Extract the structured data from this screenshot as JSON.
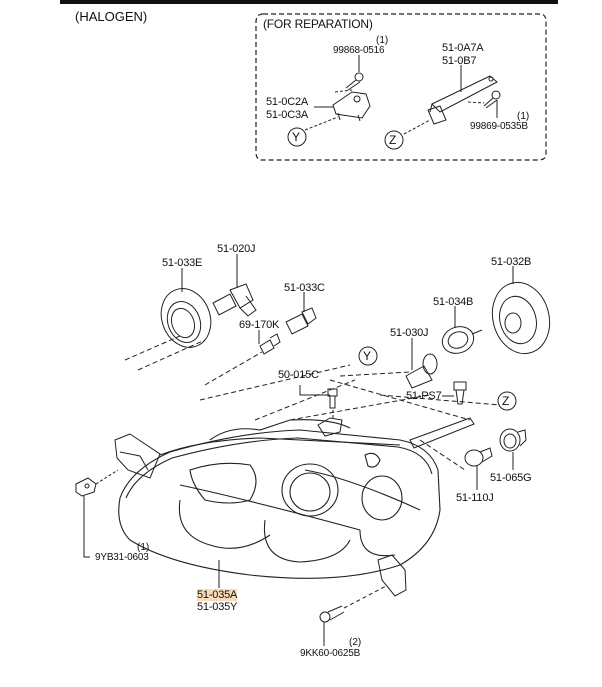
{
  "diagram": {
    "section_title": "(HALOGEN)",
    "inset": {
      "title": "(FOR REPARATION)",
      "parts": [
        {
          "code": "99868-0516",
          "qty": "(1)"
        },
        {
          "code": "51-0C2A"
        },
        {
          "code": "51-0C3A"
        },
        {
          "code": "51-0A7A"
        },
        {
          "code": "51-0B7"
        },
        {
          "code": "99869-0535B",
          "qty": "(1)"
        }
      ],
      "markers": [
        "Y",
        "Z"
      ]
    },
    "main": {
      "parts": [
        {
          "code": "51-020J"
        },
        {
          "code": "51-033E"
        },
        {
          "code": "51-033C"
        },
        {
          "code": "69-170K"
        },
        {
          "code": "51-032B"
        },
        {
          "code": "51-034B"
        },
        {
          "code": "51-030J"
        },
        {
          "code": "50-015C"
        },
        {
          "code": "51-PS7"
        },
        {
          "code": "51-065G"
        },
        {
          "code": "51-110J"
        },
        {
          "code": "9YB31-0603",
          "qty": "(1)"
        },
        {
          "code": "51-035A",
          "highlighted": true
        },
        {
          "code": "51-035Y"
        },
        {
          "code": "9KK60-0625B",
          "qty": "(2)"
        }
      ],
      "markers": [
        "Y",
        "Z"
      ]
    },
    "highlight_color": "#f7dcb8"
  }
}
